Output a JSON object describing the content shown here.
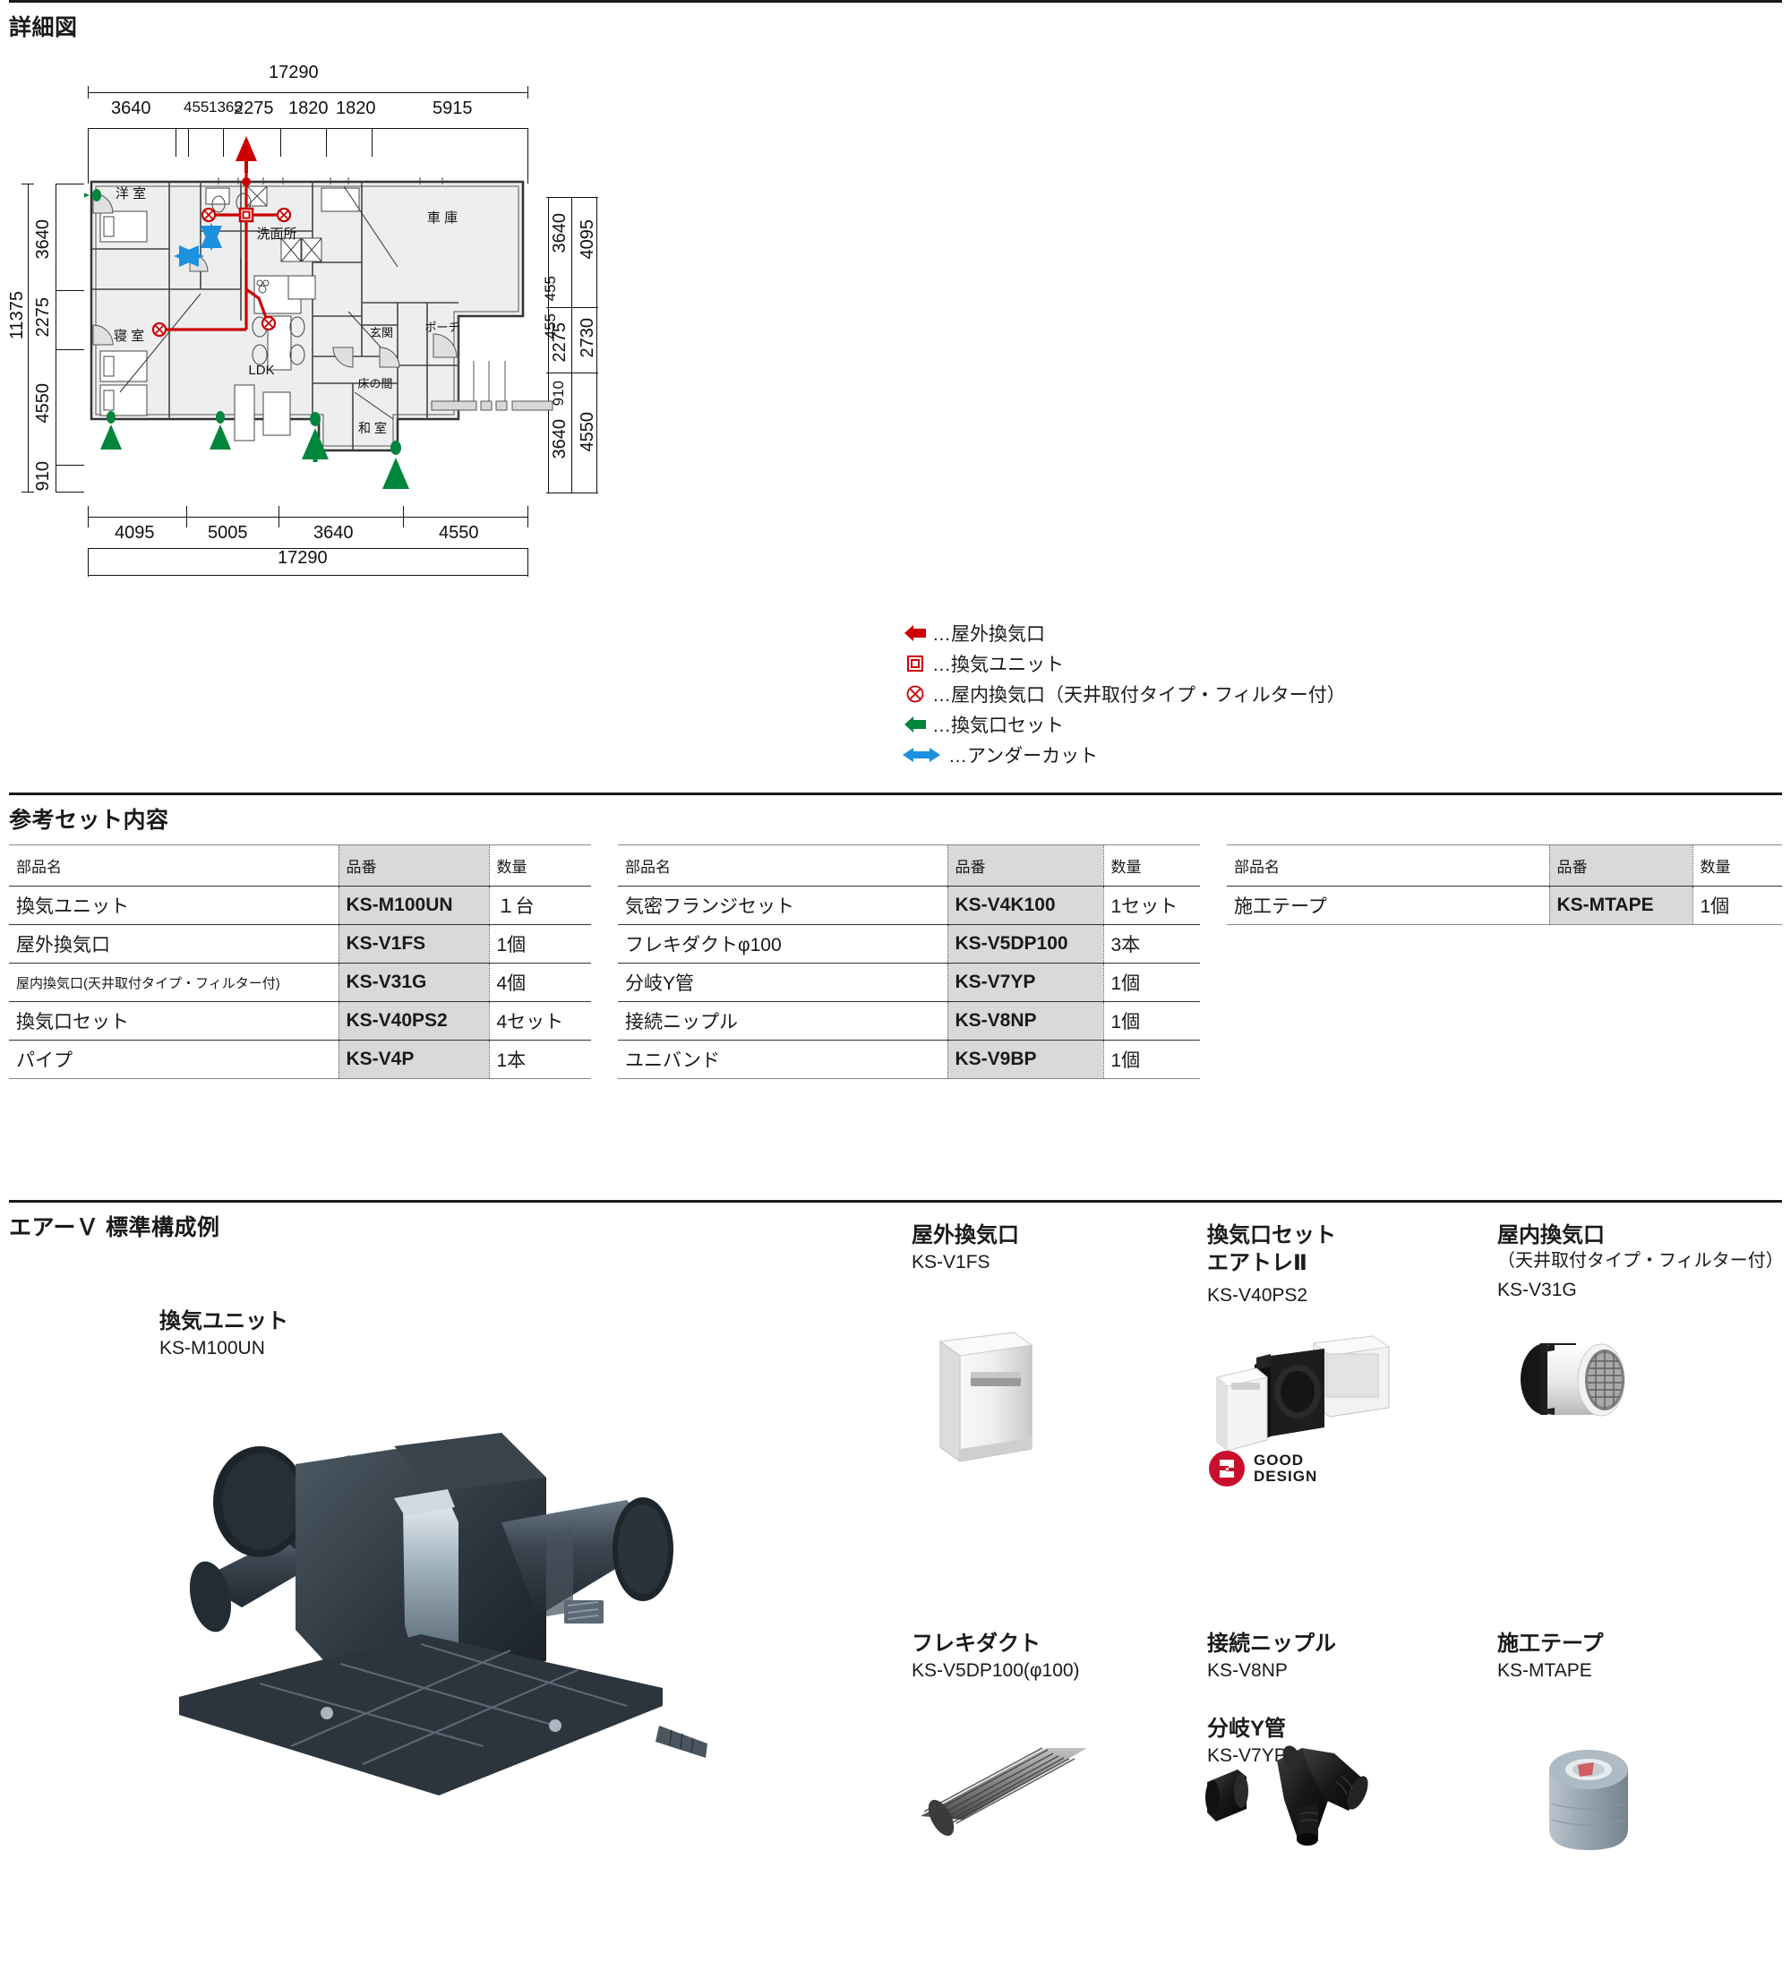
{
  "sections": {
    "detail_title": "詳細図",
    "ref_set_title": "参考セット内容",
    "standard_title": "エアーＶ 標準構成例"
  },
  "floorplan": {
    "top_total": "17290",
    "top_segments": [
      "3640",
      "455",
      "1365",
      "2275",
      "1820",
      "1820",
      "5915"
    ],
    "bottom_total": "17290",
    "bottom_segments": [
      "4095",
      "5005",
      "3640",
      "4550"
    ],
    "left_total": "11375",
    "left_segments": [
      "3640",
      "2275",
      "4550",
      "910"
    ],
    "right_inner": [
      "3640",
      "455",
      "455",
      "2275",
      "910",
      "3640"
    ],
    "right_outer": [
      "4095",
      "2730",
      "4550"
    ],
    "rooms": [
      {
        "label": "洋 室"
      },
      {
        "label": "洗面所"
      },
      {
        "label": "車 庫"
      },
      {
        "label": "寝 室"
      },
      {
        "label": "LDK"
      },
      {
        "label": "玄関"
      },
      {
        "label": "ポーチ"
      },
      {
        "label": "床の間"
      },
      {
        "label": "和 室"
      }
    ]
  },
  "legend": {
    "items": [
      {
        "icon": "outdoor-vent-arrow",
        "color": "#cc0000",
        "text": "…屋外換気口"
      },
      {
        "icon": "vent-unit-square",
        "color": "#cc0000",
        "text": "…換気ユニット"
      },
      {
        "icon": "indoor-vent-circle",
        "color": "#cc0000",
        "text": "…屋内換気口（天井取付タイプ・フィルター付）"
      },
      {
        "icon": "vent-set-arrow",
        "color": "#00863c",
        "text": "…換気口セット"
      },
      {
        "icon": "undercut-arrow",
        "color": "#1e90e0",
        "text": "…アンダーカット"
      }
    ]
  },
  "tables": {
    "headers": [
      "部品名",
      "品番",
      "数量"
    ],
    "table1": [
      {
        "name": "換気ユニット",
        "pn": "KS-M100UN",
        "qty": "１台",
        "small": false
      },
      {
        "name": "屋外換気口",
        "pn": "KS-V1FS",
        "qty": "1個",
        "small": false
      },
      {
        "name": "屋内換気口(天井取付タイプ・フィルター付)",
        "pn": "KS-V31G",
        "qty": "4個",
        "small": true
      },
      {
        "name": "換気口セット",
        "pn": "KS-V40PS2",
        "qty": "4セット",
        "small": false
      },
      {
        "name": "パイプ",
        "pn": "KS-V4P",
        "qty": "1本",
        "small": false
      }
    ],
    "table2": [
      {
        "name": "気密フランジセット",
        "pn": "KS-V4K100",
        "qty": "1セット",
        "small": false
      },
      {
        "name": "フレキダクトφ100",
        "pn": "KS-V5DP100",
        "qty": "3本",
        "small": false
      },
      {
        "name": "分岐Y管",
        "pn": "KS-V7YP",
        "qty": "1個",
        "small": false
      },
      {
        "name": "接続ニップル",
        "pn": "KS-V8NP",
        "qty": "1個",
        "small": false
      },
      {
        "name": "ユニバンド",
        "pn": "KS-V9BP",
        "qty": "1個",
        "small": false
      }
    ],
    "table3": [
      {
        "name": "施工テープ",
        "pn": "KS-MTAPE",
        "qty": "1個",
        "small": false
      }
    ]
  },
  "products": {
    "unit": {
      "name": "換気ユニット",
      "code": "KS-M100UN"
    },
    "outdoor_vent": {
      "name": "屋外換気口",
      "code": "KS-V1FS"
    },
    "vent_set": {
      "name": "換気口セット",
      "sub": "エアトレⅡ",
      "code": "KS-V40PS2",
      "badge_line1": "GOOD",
      "badge_line2": "DESIGN"
    },
    "indoor_vent": {
      "name": "屋内換気口",
      "note": "（天井取付タイプ・フィルター付）",
      "code": "KS-V31G"
    },
    "flexi_duct": {
      "name": "フレキダクト",
      "code": "KS-V5DP100(φ100)"
    },
    "nipple": {
      "name": "接続ニップル",
      "code": "KS-V8NP"
    },
    "y_pipe": {
      "name": "分岐Y管",
      "code": "KS-V7YP"
    },
    "tape": {
      "name": "施工テープ",
      "code": "KS-MTAPE"
    }
  }
}
